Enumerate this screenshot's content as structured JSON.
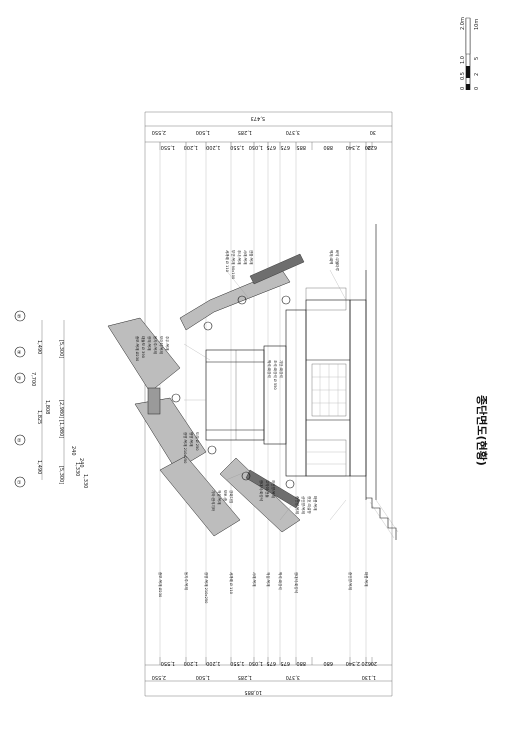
{
  "drawing": {
    "title": "종단면도(현황)",
    "total_width": "10,885",
    "total_top": "5,473",
    "total_height": "7,700",
    "scale_bar": {
      "ticks_a": [
        "0",
        "0.5",
        "1.0",
        "2.0m"
      ],
      "ticks_b": [
        "0",
        "2",
        "5",
        "10m"
      ]
    },
    "dims_top": [
      "1,550",
      "1,200",
      "1,200",
      "1,550",
      "1,050",
      "675",
      "675",
      "885",
      "880",
      "2,340",
      "20",
      "620"
    ],
    "dims_bottom": [
      "1,550",
      "1,200",
      "1,200",
      "1,550",
      "1,050",
      "675",
      "675",
      "880",
      "680",
      "2,340",
      "620",
      "20"
    ],
    "dims_group_top": [
      "2,550",
      "1,500",
      "1,285",
      "3,370",
      "30"
    ],
    "dims_group_bottom": [
      "2,550",
      "1,500",
      "1,285",
      "3,370",
      "1,130"
    ],
    "dims_vertical": [
      "1,490",
      "1,825",
      "1,808",
      "1,490",
      "[5,300]",
      "[2,980]",
      "[1,980]",
      "[5,300]",
      "240",
      "1,330",
      "240",
      "1,330"
    ],
    "grid_marks": [
      "①",
      "②",
      "③",
      "④",
      "⑤"
    ],
    "callouts": [
      "종보:목재 Ø230",
      "대들보 Ø 390",
      "장혀:목재",
      "동자주:목재",
      "보아지:목재",
      "주두:목재",
      "창방:목재 210x250",
      "평방:목재",
      "도리 Ø 250",
      "서까래 Ø 110",
      "부연:목재 90x100",
      "추녀:목재",
      "사래:목재",
      "연함:목재",
      "기와:한식기와",
      "적심:목재",
      "보토:흙",
      "강회다짐",
      "박석:화강석",
      "초석:화강석 Ø 550",
      "기단:화강석",
      "장대석:화강석",
      "고막이:전돌",
      "하인방:목재",
      "중인방:목재",
      "상인방:목재",
      "창호:띠살창",
      "머름:목재",
      "벽체:회벽",
      "바닥:우물마루"
    ]
  }
}
